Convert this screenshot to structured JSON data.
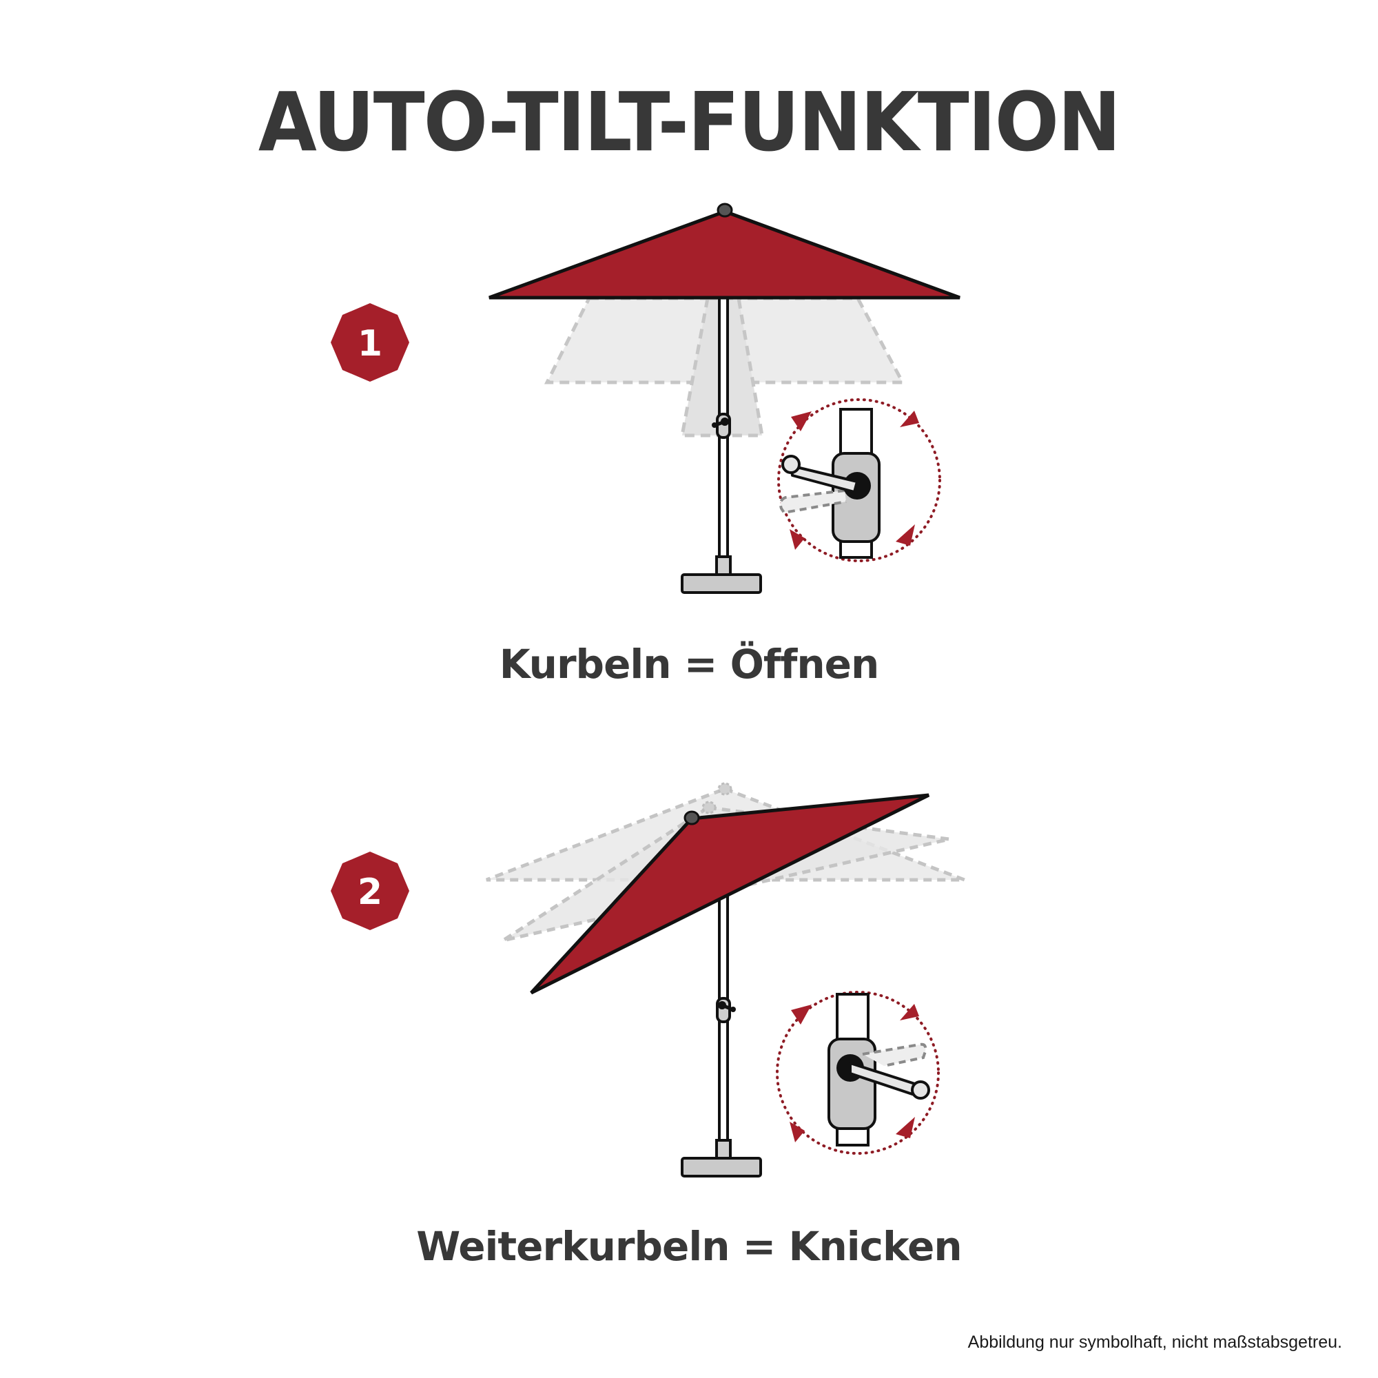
{
  "title": "AUTO-TILT-FUNKTION",
  "steps": [
    {
      "number": "1",
      "caption": "Kurbeln = Öffnen",
      "illustration": "umbrella-opening",
      "inset": "crank-rotation-detail"
    },
    {
      "number": "2",
      "caption": "Weiterkurbeln = Knicken",
      "illustration": "umbrella-tilting",
      "inset": "crank-rotation-detail"
    }
  ],
  "footnote": "Abbildung nur symbolhaft, nicht maßstabsgetreu.",
  "colors": {
    "canopy": "#a51f2a",
    "badge": "#a51f2a",
    "text": "#383838",
    "ghost_fill": "#ececec",
    "ghost_stroke": "#c4c4c4",
    "metal": "#c8c8c8",
    "arrow": "#8e1b24"
  }
}
